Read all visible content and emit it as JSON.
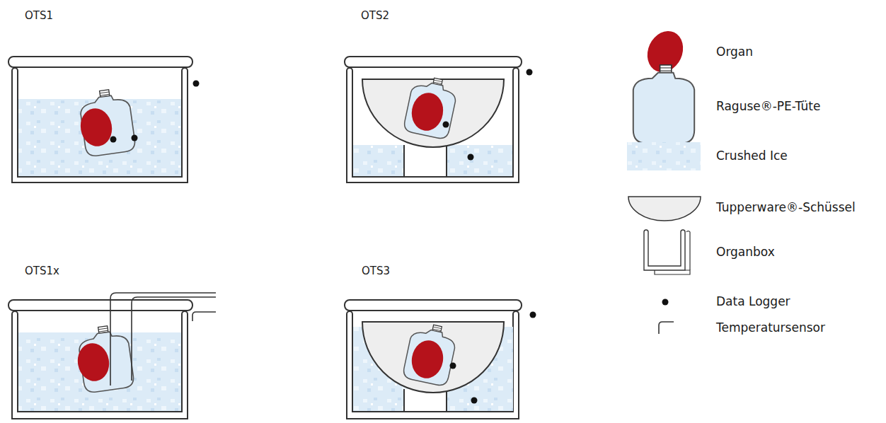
{
  "diagram": {
    "labels": [
      "OTS1",
      "OTS2",
      "OTS1x",
      "OTS3"
    ],
    "legend": [
      {
        "text": "Organ"
      },
      {
        "text": "Raguse®-PE-Tüte"
      },
      {
        "text": "Crushed Ice",
        "color": "#dcebf7"
      },
      {
        "text": "Tupperware®-Schüssel"
      },
      {
        "text": "Organbox"
      },
      {
        "text": "Data Logger"
      },
      {
        "text": "Temperatursensor"
      }
    ]
  }
}
